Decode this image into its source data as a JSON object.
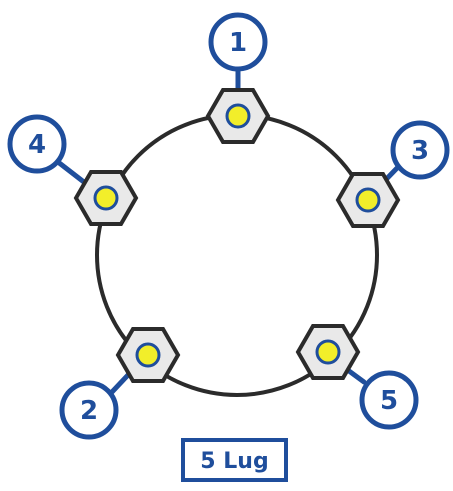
{
  "title": "5 Lug",
  "lugs": [
    {
      "label": "1"
    },
    {
      "label": "2"
    },
    {
      "label": "3"
    },
    {
      "label": "4"
    },
    {
      "label": "5"
    }
  ],
  "colors": {
    "accent": "#1f4e9c",
    "nut_fill": "#f2ee2a",
    "hex_fill": "#e9e9e9",
    "outline": "#333333"
  }
}
